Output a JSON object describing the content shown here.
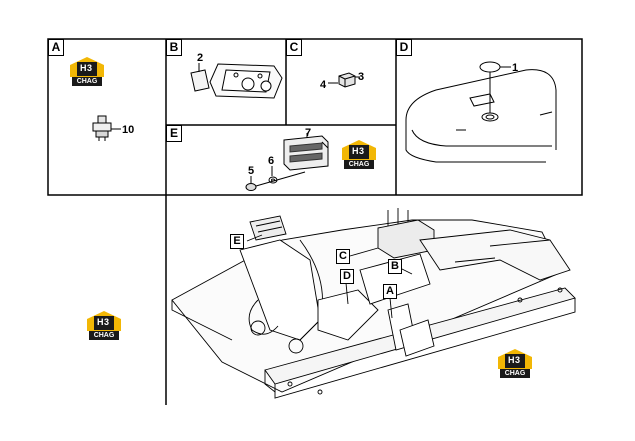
{
  "panels": [
    {
      "id": "A",
      "label": "A"
    },
    {
      "id": "B",
      "label": "B"
    },
    {
      "id": "C",
      "label": "C"
    },
    {
      "id": "D",
      "label": "D"
    },
    {
      "id": "E",
      "label": "E"
    }
  ],
  "callouts": {
    "c1": "1",
    "c2": "2",
    "c3": "3",
    "c4": "4",
    "c5": "5",
    "c6": "6",
    "c7": "7",
    "c10": "10"
  },
  "detail_labels": {
    "A": "A",
    "B": "B",
    "C": "C",
    "D": "D",
    "E": "E"
  },
  "watermark": {
    "brand": "H3",
    "sub": "CHAG",
    "colors": {
      "yellow": "#f2b705",
      "dark": "#1a1a1a"
    }
  }
}
